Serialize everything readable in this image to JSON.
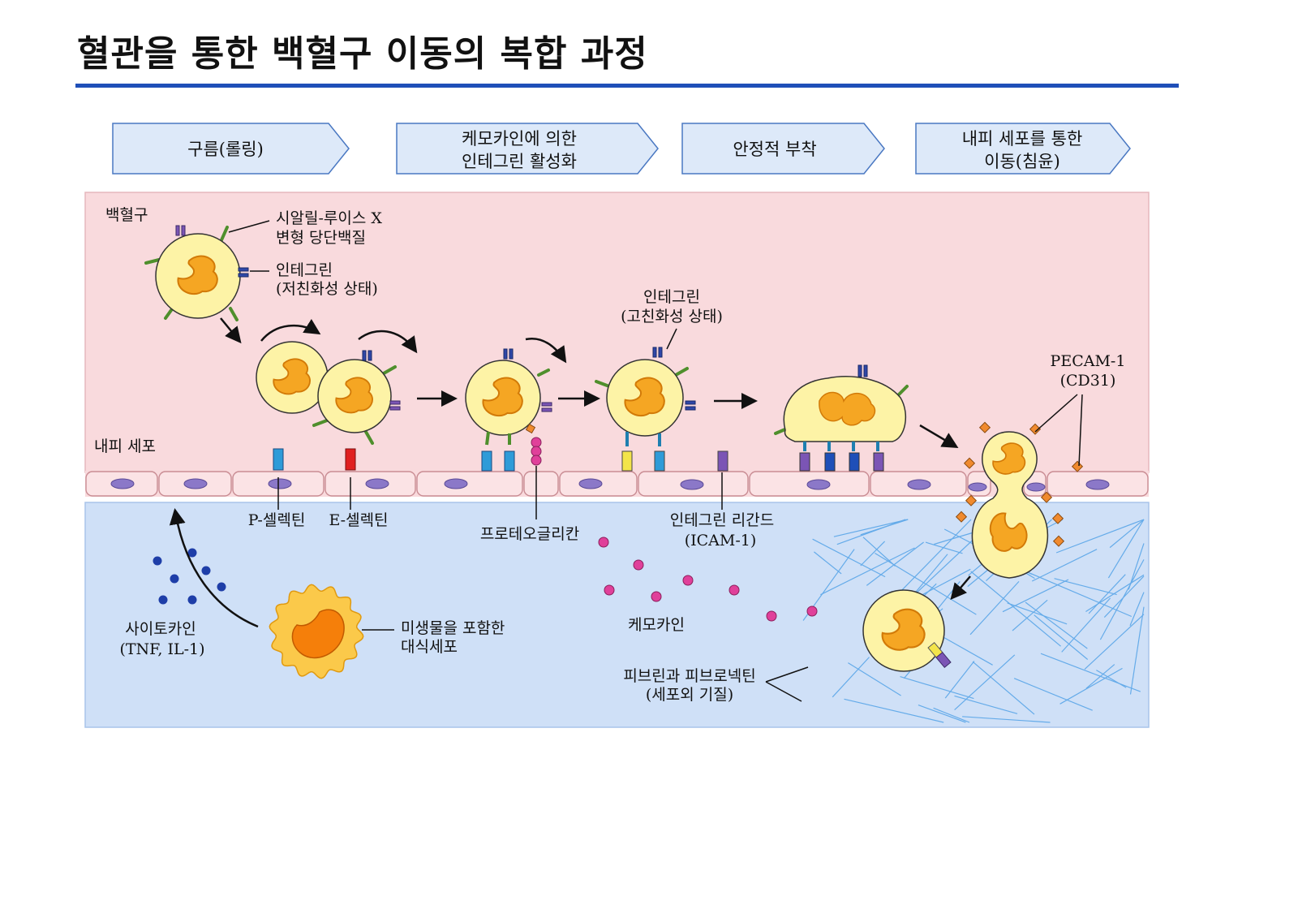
{
  "title": "혈관을 통한 백혈구 이동의 복합 과정",
  "stages": [
    {
      "line1": "구름(롤링)",
      "line2": ""
    },
    {
      "line1": "케모카인에 의한",
      "line2": "인테그린 활성화"
    },
    {
      "line1": "안정적 부착",
      "line2": ""
    },
    {
      "line1": "내피 세포를 통한",
      "line2": "이동(침윤)"
    }
  ],
  "labels": {
    "leukocyte": "백혈구",
    "sialyl_1": "시알릴-루이스 X",
    "sialyl_2": "변형 당단백질",
    "integrin_low_1": "인테그린",
    "integrin_low_2": "(저친화성 상태)",
    "integrin_high_1": "인테그린",
    "integrin_high_2": "(고친화성 상태)",
    "pecam_1": "PECAM-1",
    "pecam_2": "(CD31)",
    "endothelium": "내피 세포",
    "p_selectin": "P-셀렉틴",
    "e_selectin": "E-셀렉틴",
    "proteoglycan": "프로테오글리칸",
    "integrin_ligand_1": "인테그린 리간드",
    "integrin_ligand_2": "(ICAM-1)",
    "cytokine_1": "사이토카인",
    "cytokine_2": "(TNF, IL-1)",
    "macrophage_1": "미생물을 포함한",
    "macrophage_2": "대식세포",
    "chemokine": "케모카인",
    "fibrin_1": "피브린과 피브로넥틴",
    "fibrin_2": "(세포외 기질)"
  },
  "colors": {
    "title_rule": "#1f4fb8",
    "vessel_lumen": "#f9dadd",
    "tissue": "#cfe0f7",
    "cell_body": "#fdf3a6",
    "nucleus": "#f5a623",
    "macrophage_body": "#fbc94a",
    "macrophage_nucleus": "#f57f0a",
    "endothelial_nucleus": "#8b78c8",
    "chemokine_dot": "#e0409a",
    "cytokine_dot": "#1e3ea8",
    "fibrin": "#5aa6e8",
    "stage_box": "#dde9f9",
    "stage_border": "#4a78c2"
  }
}
